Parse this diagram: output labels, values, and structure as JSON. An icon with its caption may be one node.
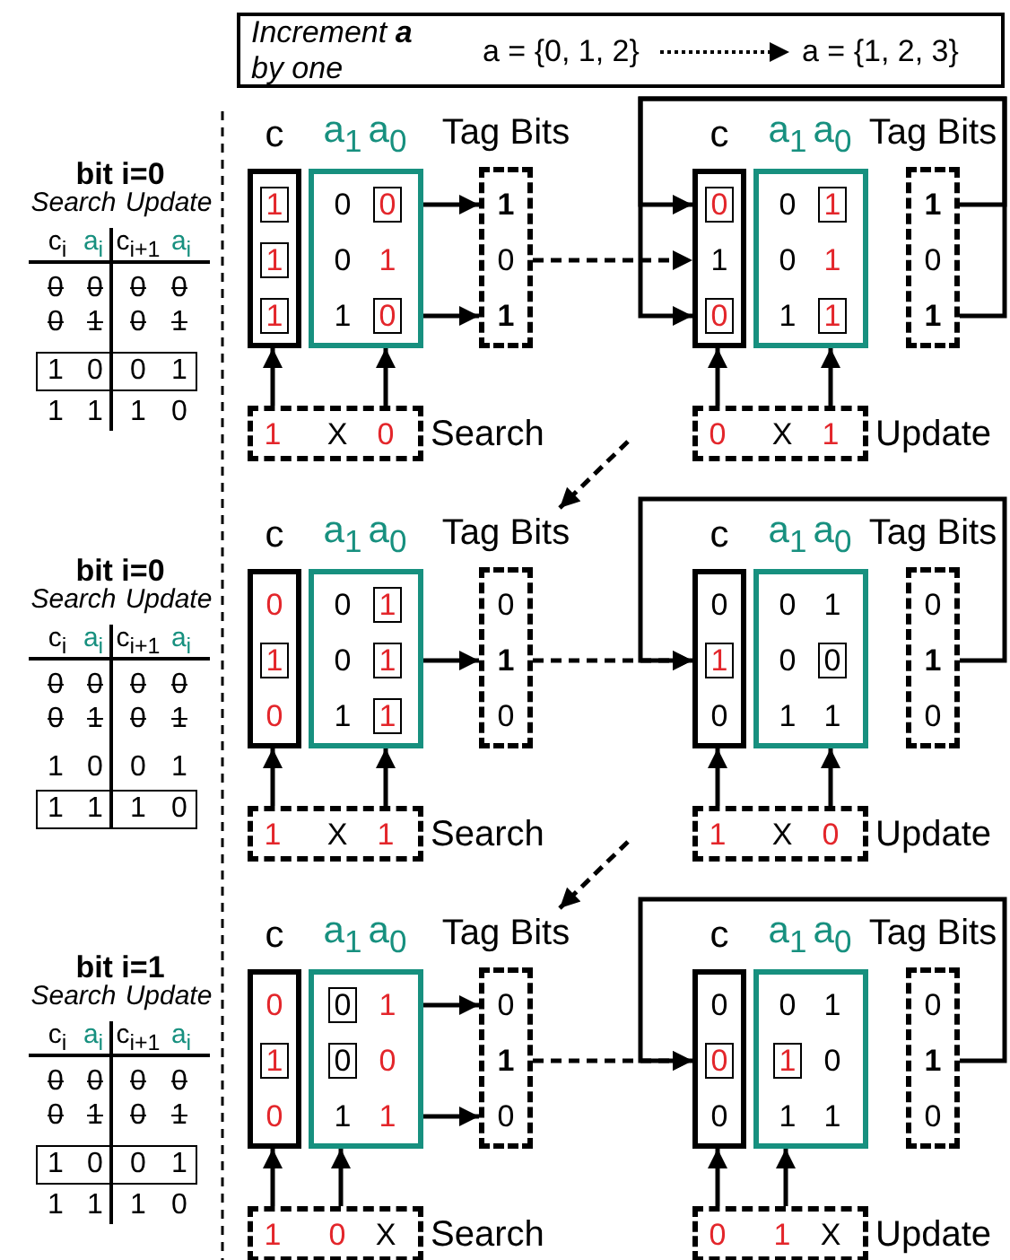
{
  "diagram": {
    "nodes": [
      {
        "text": [
          "Increment **a** by one"
        ]
      },
      {
        "text": [
          "a = {0, 1, 2}"
        ],
        "in": 0
      },
      {
        "text": [
          "a = {1, 2, 3}"
        ],
        "in": 0
      },
      {
        "text": [
          "1",
          "0",
          "0",
          "1"
        ]
      },
      {
        "text": [
          "c"
        ]
      },
      {
        "text": [
          "1"
        ],
        "in": 4
      },
      {
        "text": [
          "1"
        ],
        "in": 4
      },
      {
        "text": [
          "1"
        ],
        "in": 4
      },
      {
        "text": [
          "a$_{1}$",
          "a$_{0}$",
          "0",
          "0",
          "1",
          "1"
        ]
      },
      {
        "text": [
          "0"
        ],
        "in": 8
      },
      {
        "text": [
          "0"
        ],
        "in": 8
      },
      {
        "text": [
          "Tag Bits",
          "1",
          "0",
          "1"
        ]
      },
      {
        "text": [
          "1",
          "X",
          "0"
        ],
        "beside": [
          "Search"
        ]
      },
      {
        "text": [
          "c",
          "1"
        ]
      },
      {
        "text": [
          "0"
        ],
        "in": 13
      },
      {
        "text": [
          "0"
        ],
        "in": 13
      },
      {
        "text": [
          "a$_{1}$",
          "a$_{0}$",
          "0",
          "0",
          "1",
          "1"
        ]
      },
      {
        "text": [
          "1"
        ],
        "in": 16
      },
      {
        "text": [
          "1"
        ],
        "in": 16
      },
      {
        "text": [
          "Tag Bits",
          "1",
          "0",
          "1"
        ]
      },
      {
        "text": [
          "0",
          "X",
          "1"
        ],
        "beside": [
          "Update"
        ]
      },
      {
        "text": [
          "1",
          "1",
          "1",
          "0"
        ]
      },
      {
        "text": [
          "c",
          "0",
          "0"
        ]
      },
      {
        "text": [
          "1"
        ],
        "in": 22
      },
      {
        "text": [
          "a$_{1}$",
          "a$_{0}$",
          "0",
          "0",
          "1"
        ]
      },
      {
        "text": [
          "1"
        ],
        "in": 24
      },
      {
        "text": [
          "1"
        ],
        "in": 24
      },
      {
        "text": [
          "1"
        ],
        "in": 24
      },
      {
        "text": [
          "Tag Bits",
          "0",
          "1",
          "0"
        ]
      },
      {
        "text": [
          "1",
          "X",
          "1"
        ],
        "beside": [
          "Search"
        ]
      },
      {
        "text": [
          "c",
          "0",
          "0"
        ]
      },
      {
        "text": [
          "1"
        ],
        "in": 30
      },
      {
        "text": [
          "a$_{1}$",
          "a$_{0}$",
          "0",
          "1",
          "0",
          "1",
          "1"
        ]
      },
      {
        "text": [
          "0"
        ],
        "in": 32
      },
      {
        "text": [
          "Tag Bits",
          "0",
          "1",
          "0"
        ]
      },
      {
        "text": [
          "1",
          "X",
          "0"
        ],
        "beside": [
          "Update"
        ]
      },
      {
        "text": [
          "1",
          "0",
          "0",
          "1"
        ]
      },
      {
        "text": [
          "c",
          "0",
          "0"
        ]
      },
      {
        "text": [
          "1"
        ],
        "in": 37
      },
      {
        "text": [
          "a$_{1}$",
          "a$_{0}$",
          "1",
          "0",
          "1",
          "1"
        ]
      },
      {
        "text": [
          "0"
        ],
        "in": 39
      },
      {
        "text": [
          "0"
        ],
        "in": 39
      },
      {
        "text": [
          "Tag Bits",
          "0",
          "1",
          "0"
        ]
      },
      {
        "text": [
          "1",
          "0",
          "X"
        ],
        "beside": [
          "Search"
        ]
      },
      {
        "text": [
          "c",
          "0",
          "0"
        ]
      },
      {
        "text": [
          "0"
        ],
        "in": 44
      },
      {
        "text": [
          "a$_{1}$",
          "a$_{0}$",
          "0",
          "1",
          "0",
          "1",
          "1"
        ]
      },
      {
        "text": [
          "1"
        ],
        "in": 46
      },
      {
        "text": [
          "Tag Bits",
          "0",
          "1",
          "0"
        ]
      },
      {
        "text": [
          "0",
          "1",
          "X"
        ],
        "beside": [
          "Update"
        ]
      }
    ],
    "edges": [
      {
        "from": 1,
        "to": 2,
        "arrow": "to",
        "style": "dashed"
      },
      {
        "from": 8,
        "to": 11,
        "arrow": "to"
      },
      {
        "from": 8,
        "to": 11,
        "arrow": "to"
      },
      {
        "from": 12,
        "to": 4,
        "arrow": "to"
      },
      {
        "from": 12,
        "to": 8,
        "arrow": "to"
      },
      {
        "from": 11,
        "to": 13,
        "arrow": "to",
        "style": "dashed"
      },
      {
        "from": 20,
        "to": 13,
        "arrow": "to"
      },
      {
        "from": 20,
        "to": 16,
        "arrow": "to"
      },
      {
        "from": 19,
        "to": 13,
        "arrow": "to"
      },
      {
        "from": 19,
        "to": 13,
        "arrow": "to"
      },
      {
        "from": null,
        "to": 28,
        "arrow": "to",
        "style": "dashed"
      },
      {
        "from": 24,
        "to": 28,
        "arrow": "to"
      },
      {
        "from": 29,
        "to": 22,
        "arrow": "to"
      },
      {
        "from": 29,
        "to": 24,
        "arrow": "to"
      },
      {
        "from": 28,
        "to": 30,
        "arrow": "to",
        "style": "dashed"
      },
      {
        "from": 35,
        "to": 30,
        "arrow": "to"
      },
      {
        "from": 35,
        "to": 32,
        "arrow": "to"
      },
      {
        "from": 34,
        "to": 30,
        "arrow": "to"
      },
      {
        "from": null,
        "to": 42,
        "arrow": "to",
        "style": "dashed"
      },
      {
        "from": 39,
        "to": 42,
        "arrow": "to"
      },
      {
        "from": 39,
        "to": 42,
        "arrow": "to"
      },
      {
        "from": 43,
        "to": 37,
        "arrow": "to"
      },
      {
        "from": 43,
        "to": 39,
        "arrow": "to"
      },
      {
        "from": 42,
        "to": 44,
        "arrow": "to",
        "style": "dashed"
      },
      {
        "from": 49,
        "to": 44,
        "arrow": "to"
      },
      {
        "from": 49,
        "to": 46,
        "arrow": "to"
      },
      {
        "from": 48,
        "to": 44,
        "arrow": "to"
      }
    ],
    "labels": [
      "bit i=0",
      "Search",
      "Update",
      "c$_{i}$",
      "a$_{i}$",
      "c$_{i+1}$",
      "a$_{i}$",
      "0",
      "0",
      "0",
      "0",
      "0",
      "1",
      "0",
      "1",
      "1",
      "1",
      "1",
      "0",
      "bit i=0",
      "Search",
      "Update",
      "c$_{i}$",
      "a$_{i}$",
      "c$_{i+1}$",
      "a$_{i}$",
      "0",
      "0",
      "0",
      "0",
      "0",
      "1",
      "0",
      "1",
      "1",
      "0",
      "0",
      "1",
      "bit i=1",
      "Search",
      "Update",
      "c$_{i}$",
      "a$_{i}$",
      "c$_{i+1}$",
      "a$_{i}$",
      "0",
      "0",
      "0",
      "0",
      "0",
      "1",
      "0",
      "1",
      "1",
      "1",
      "1",
      "0"
    ]
  }
}
